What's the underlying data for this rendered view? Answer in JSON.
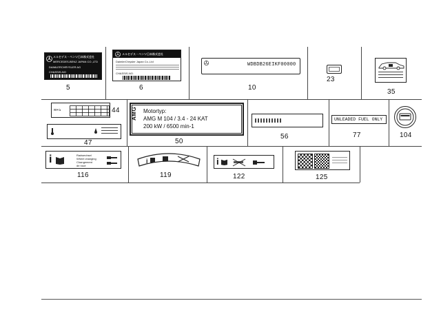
{
  "labels": [
    {
      "id": "5",
      "number": "5",
      "lines": [
        "メルセデス・ベンツ日本株式会社",
        "MERCEDES-BENZ JAPAN CO.,LTD",
        "DAIMLERCHRYSLER AG",
        "CHASSIS-NO"
      ]
    },
    {
      "id": "6",
      "number": "6",
      "lines": [
        "メルセデス・ベンツ日本株式会社",
        "DaimlerChrysler Japan Co.,Ltd",
        "CHASSIS-NO."
      ]
    },
    {
      "id": "10",
      "number": "10",
      "text": "WDBDB26EIKF00000"
    },
    {
      "id": "23",
      "number": "23"
    },
    {
      "id": "35",
      "number": "35"
    },
    {
      "id": "44",
      "number": "44",
      "text": "M+S"
    },
    {
      "id": "47",
      "number": "47"
    },
    {
      "id": "50",
      "number": "50",
      "lines": [
        "Motortyp:",
        "AMG M 104 / 3.4 - 24 KAT",
        "200 kW / 6500 min-1"
      ],
      "brand": "AMG"
    },
    {
      "id": "56",
      "number": "56"
    },
    {
      "id": "77",
      "number": "77",
      "text": "UNLEADED FUEL ONLY"
    },
    {
      "id": "104",
      "number": "104"
    },
    {
      "id": "116",
      "number": "116",
      "lines": [
        "Radwechsel",
        "Wheel changing",
        "Changement",
        "de roue"
      ]
    },
    {
      "id": "119",
      "number": "119"
    },
    {
      "id": "122",
      "number": "122"
    },
    {
      "id": "125",
      "number": "125"
    }
  ]
}
